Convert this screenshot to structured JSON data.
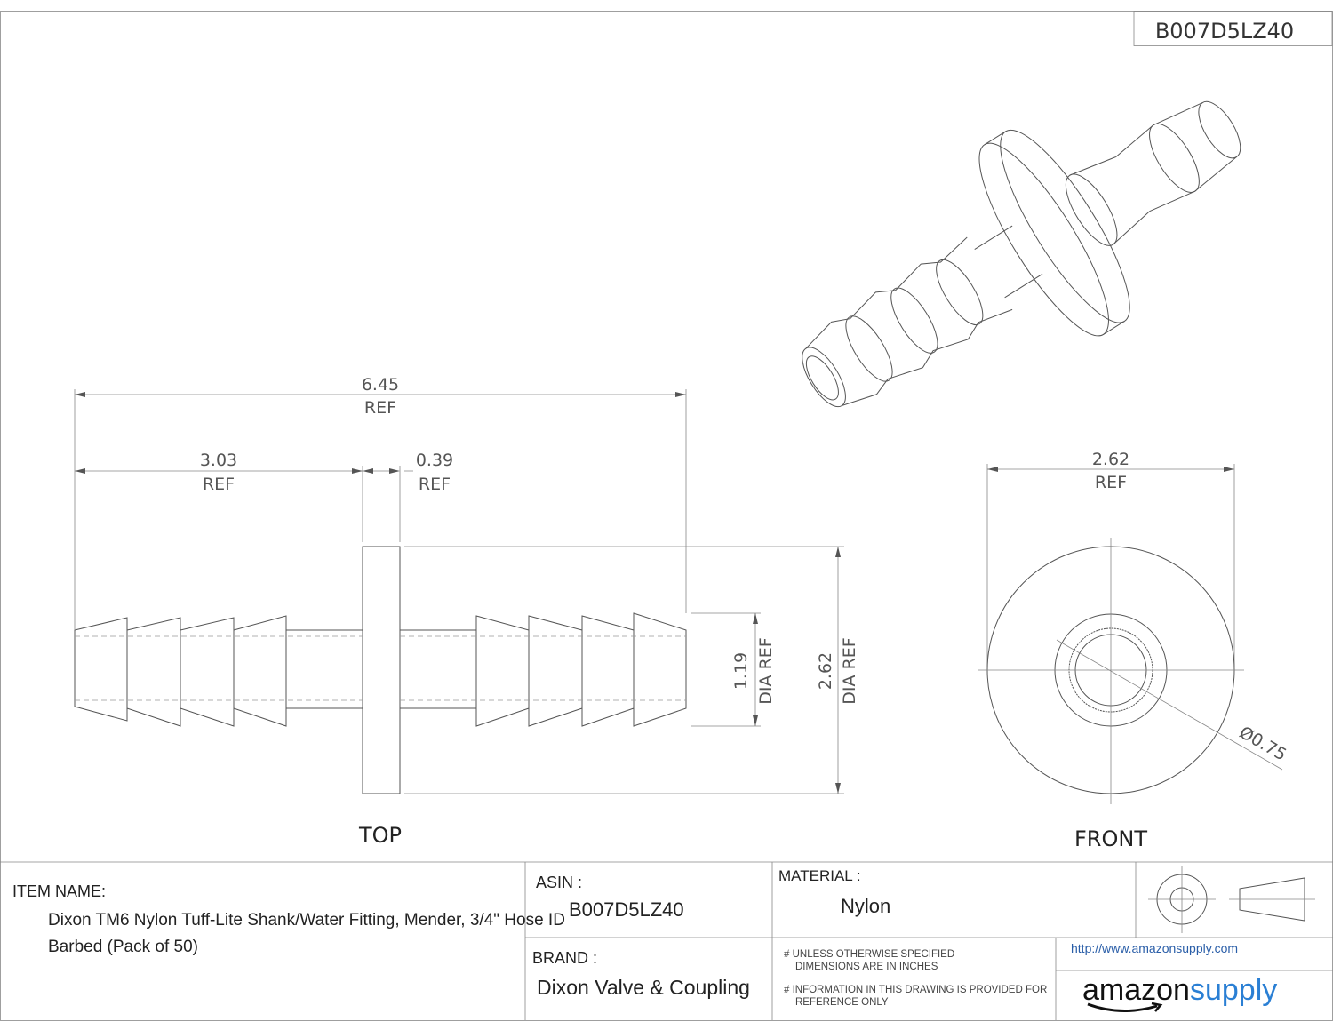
{
  "part_number": "B007D5LZ40",
  "views": {
    "top_label": "TOP",
    "front_label": "FRONT"
  },
  "dimensions": {
    "overall_length": "6.45",
    "overall_length_note": "REF",
    "barb_length": "3.03",
    "barb_length_note": "REF",
    "flange_thickness": "0.39",
    "flange_thickness_note": "REF",
    "barb_dia": "1.19",
    "barb_dia_note": "DIA REF",
    "flange_dia": "2.62",
    "flange_dia_note": "DIA REF",
    "front_width": "2.62",
    "front_width_note": "REF",
    "bore_dia": "Ø0.75"
  },
  "title_block": {
    "item_name_label": "ITEM NAME:",
    "item_name_line1": "Dixon TM6 Nylon Tuff-Lite Shank/Water Fitting, Mender, 3/4\" Hose ID",
    "item_name_line2": "Barbed (Pack of 50)",
    "asin_label": "ASIN :",
    "asin_value": "B007D5LZ40",
    "material_label": "MATERIAL :",
    "material_value": "Nylon",
    "brand_label": "BRAND :",
    "brand_value": "Dixon Valve & Coupling",
    "note1_line1": "# UNLESS OTHERWISE SPECIFIED",
    "note1_line2": "DIMENSIONS ARE IN INCHES",
    "note2_line1": "# INFORMATION IN THIS DRAWING IS PROVIDED FOR",
    "note2_line2": "REFERENCE ONLY",
    "url": "http://www.amazonsupply.com",
    "logo_part1": "amazon",
    "logo_part2": "supply"
  },
  "colors": {
    "logo_blue": "#2a7fd4",
    "line": "#555555"
  }
}
